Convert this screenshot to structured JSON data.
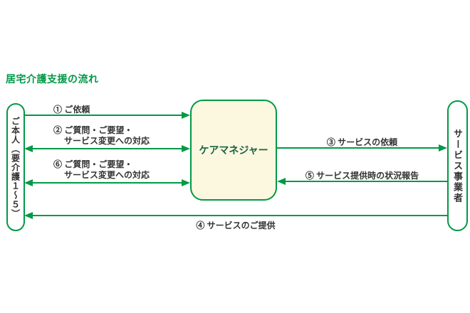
{
  "title": "居宅介護支援の流れ",
  "colors": {
    "line_green": "#009946",
    "center_box_fill": "#fbf8df",
    "center_box_text": "#1a6245",
    "label_text": "#333333"
  },
  "nodes": {
    "person": "ご本人（要介護１～５）",
    "care_manager": "ケアマネジャー",
    "provider": "サービス事業者"
  },
  "flows": {
    "f1": {
      "label": "① ご依頼",
      "direction": "right",
      "from": "person",
      "to": "care_manager"
    },
    "f2": {
      "line1": "② ご質問・ご要望・",
      "line2": "サービス変更への対応",
      "direction": "both",
      "from": "person",
      "to": "care_manager"
    },
    "f6": {
      "line1": "⑥ ご質問・ご要望・",
      "line2": "サービス変更への対応",
      "direction": "both",
      "from": "person",
      "to": "care_manager"
    },
    "f3": {
      "label": "③ サービスの依頼",
      "direction": "right",
      "from": "care_manager",
      "to": "provider"
    },
    "f5": {
      "label": "⑤ サービス提供時の状況報告",
      "direction": "left",
      "from": "provider",
      "to": "care_manager"
    },
    "f4": {
      "label": "④ サービスのご提供",
      "direction": "left",
      "from": "provider",
      "to": "person"
    }
  }
}
